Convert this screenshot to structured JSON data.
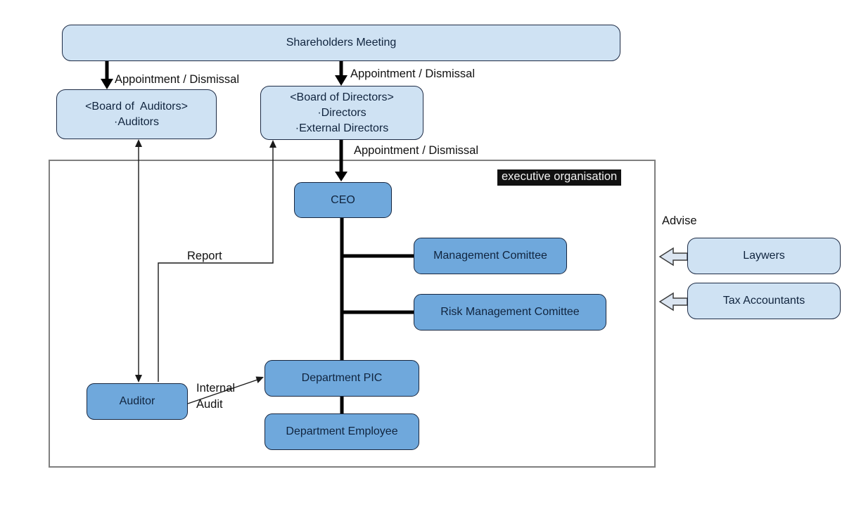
{
  "colors": {
    "light_box_fill": "#cfe2f3",
    "dark_box_fill": "#6fa8dc",
    "box_border": "#17263f",
    "container_border": "#7f7f7f",
    "tag_background": "#111111",
    "tag_text": "#f2f2f2",
    "block_arrow_fill": "#dbe5f1"
  },
  "nodes": {
    "shareholders_meeting": {
      "label": "Shareholders Meeting"
    },
    "board_of_auditors": {
      "lines": [
        "<Board of  Auditors>",
        "·Auditors"
      ]
    },
    "board_of_directors": {
      "lines": [
        "<Board of Directors>",
        "·Directors",
        "·External Directors"
      ]
    },
    "ceo": {
      "label": "CEO"
    },
    "management_committee": {
      "label": "Management Comittee"
    },
    "risk_management_committee": {
      "label": "Risk Management Comittee"
    },
    "department_pic": {
      "label": "Department PIC"
    },
    "department_employee": {
      "label": "Department Employee"
    },
    "auditor": {
      "label": "Auditor"
    },
    "lawyers": {
      "label": "Laywers"
    },
    "tax_accountants": {
      "label": "Tax Accountants"
    }
  },
  "labels": {
    "executive_organisation": "executive organisation",
    "appointment_dismissal_to_auditors": "Appointment / Dismissal",
    "appointment_dismissal_to_directors": "Appointment / Dismissal",
    "appointment_dismissal_to_ceo": "Appointment / Dismissal",
    "report": "Report",
    "internal_audit": "Internal\nAudit",
    "advise": "Advise"
  }
}
